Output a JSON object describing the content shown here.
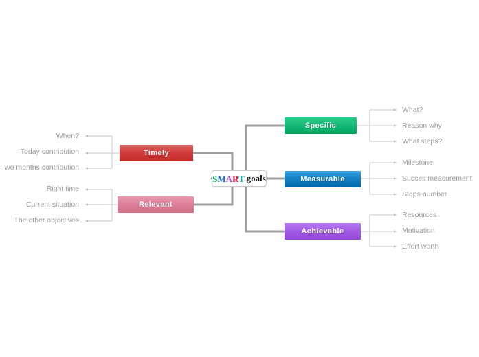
{
  "diagram": {
    "title": "SMART goals mind map",
    "center": {
      "smart_letters": [
        "S",
        "M",
        "A",
        "R",
        "T"
      ],
      "smart_colors": [
        "#00b050",
        "#1f6fd0",
        "#a64cd8",
        "#e8103f",
        "#10b6b0"
      ],
      "suffix": "goals"
    },
    "branches": [
      {
        "id": "specific",
        "label": "Specific",
        "side": "right",
        "color": "#17b978",
        "leaves": [
          "What?",
          "Reason why",
          "What steps?"
        ]
      },
      {
        "id": "measurable",
        "label": "Measurable",
        "side": "right",
        "color": "#1681c4",
        "leaves": [
          "Milestone",
          "Succes measurement",
          "Steps number"
        ]
      },
      {
        "id": "achievable",
        "label": "Achievable",
        "side": "right",
        "color": "#a35ce6",
        "leaves": [
          "Resources",
          "Motivation",
          "Effort worth"
        ]
      },
      {
        "id": "timely",
        "label": "Timely",
        "side": "left",
        "color": "#d23c3c",
        "leaves": [
          "When?",
          "Today contribution",
          "Two months contribution"
        ]
      },
      {
        "id": "relevant",
        "label": "Relevant",
        "side": "left",
        "color": "#dd7f98",
        "leaves": [
          "Right time",
          "Current situation",
          "The other objectives"
        ]
      }
    ],
    "connector_colors": {
      "trunk": "#9e9e9e",
      "leaf": "#c9c9c9"
    }
  }
}
